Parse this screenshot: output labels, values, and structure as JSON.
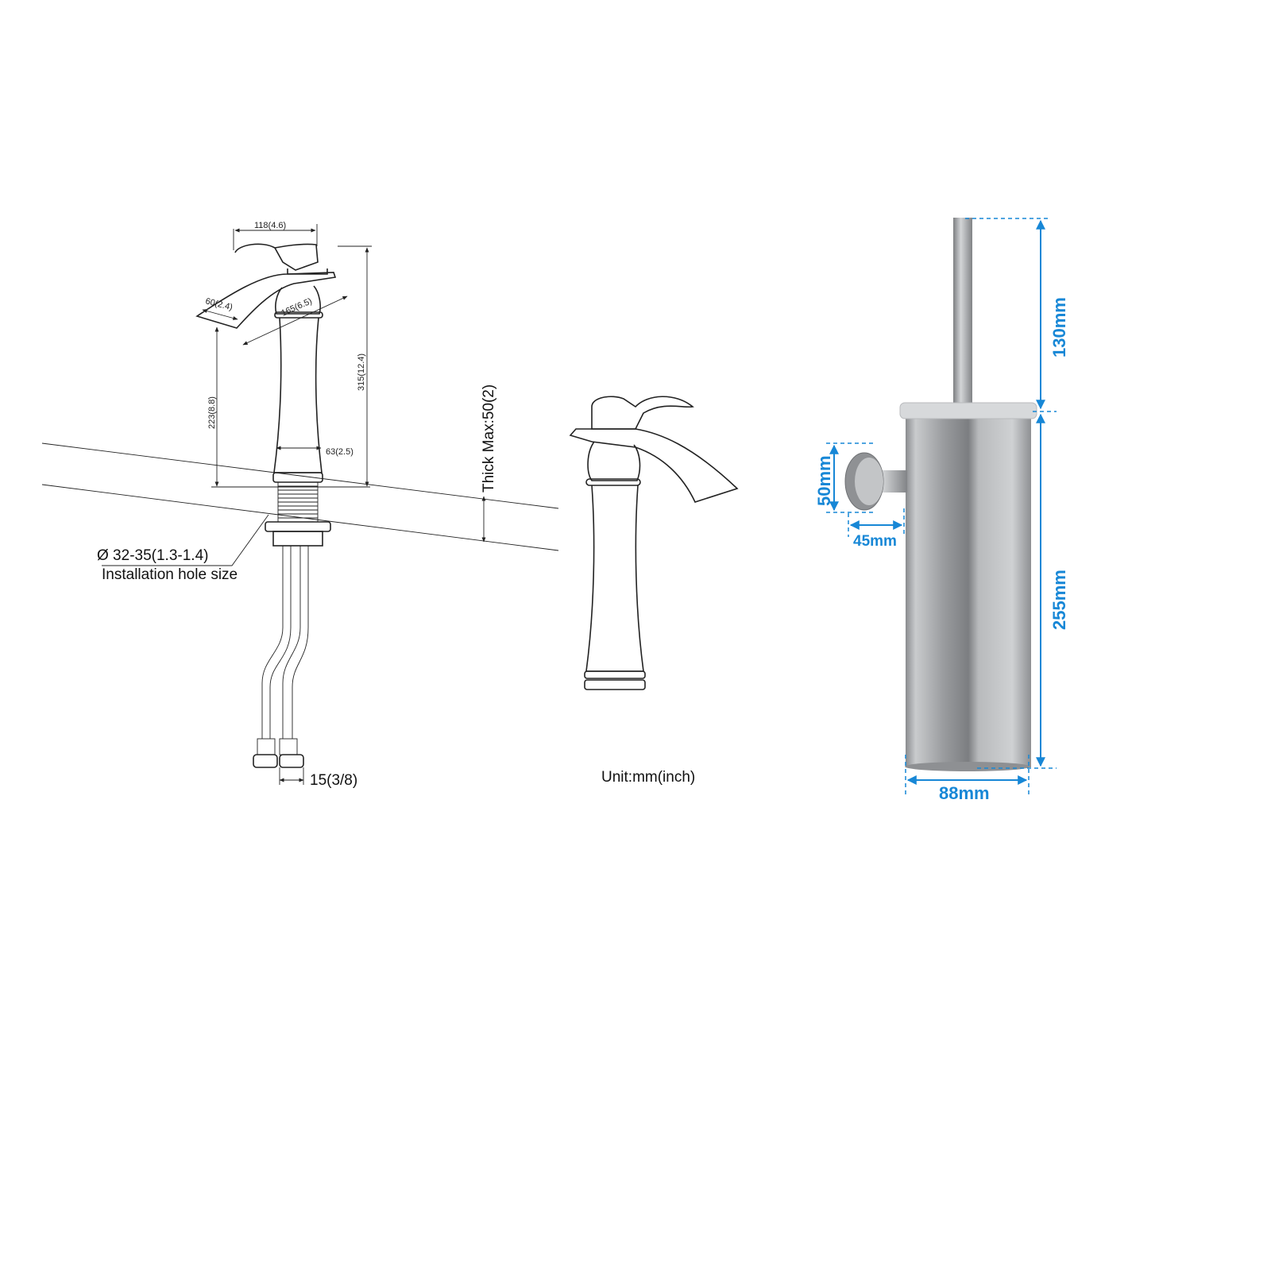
{
  "faucet_drawing": {
    "dimensions": {
      "handle_width": "118(4.6)",
      "spout_width": "60(2.4)",
      "spout_reach": "165(6.5)",
      "spout_height": "223(8.8)",
      "total_height": "315(12.4)",
      "base_diameter": "63(2.5)",
      "thick_max": "Thick Max:50(2)",
      "hose_size": "15(3/8)"
    },
    "hole_size": "Ø 32-35(1.3-1.4)",
    "hole_label": "Installation hole size",
    "unit": "Unit:mm(inch)"
  },
  "brush_holder": {
    "handle_height": "130mm",
    "body_height": "255mm",
    "mount_diameter": "50mm",
    "mount_depth": "45mm",
    "body_diameter": "88mm",
    "accent_color": "#1787d6"
  }
}
